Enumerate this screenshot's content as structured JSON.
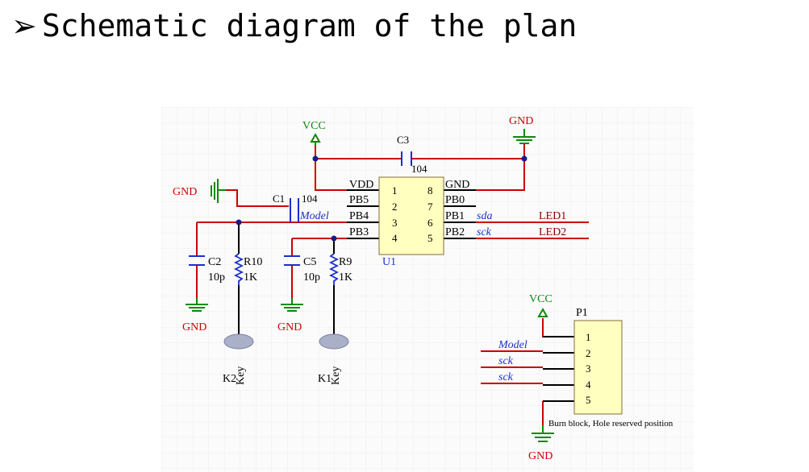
{
  "title": {
    "arrow": "➢",
    "text": "Schematic diagram of the plan"
  },
  "power": {
    "vcc": "VCC",
    "gnd": "GND"
  },
  "u1": {
    "designator": "U1",
    "pins": [
      {
        "num": "1",
        "name": "VDD"
      },
      {
        "num": "2",
        "name": "PB5"
      },
      {
        "num": "3",
        "name": "PB4"
      },
      {
        "num": "4",
        "name": "PB3"
      },
      {
        "num": "5",
        "name": "PB2"
      },
      {
        "num": "6",
        "name": "PB1"
      },
      {
        "num": "7",
        "name": "PB0"
      },
      {
        "num": "8",
        "name": "GND"
      }
    ]
  },
  "net_labels": {
    "sda": "sda",
    "sck": "sck",
    "model": "Model",
    "led1": "LED1",
    "led2": "LED2"
  },
  "c3": {
    "ref": "C3",
    "value": "104"
  },
  "c1": {
    "ref": "C1",
    "value": "104"
  },
  "c2": {
    "ref": "C2",
    "value": "10p"
  },
  "r10": {
    "ref": "R10",
    "value": "1K"
  },
  "c5": {
    "ref": "C5",
    "value": "10p"
  },
  "r9": {
    "ref": "R9",
    "value": "1K"
  },
  "keys": [
    {
      "label": "Key",
      "designator": "K2"
    },
    {
      "label": "Key",
      "designator": "K1"
    }
  ],
  "p1": {
    "ref": "P1",
    "pins": [
      "1",
      "2",
      "3",
      "4",
      "5"
    ],
    "labels": [
      "Model",
      "sck",
      "sck"
    ],
    "note": "Burn block, Hole reserved position"
  },
  "colors": {
    "wire": "#cc0000",
    "part": "#1a2fcc",
    "power": "#0a8a0a",
    "chip": "#ffffc0",
    "grid": "#ececec"
  }
}
